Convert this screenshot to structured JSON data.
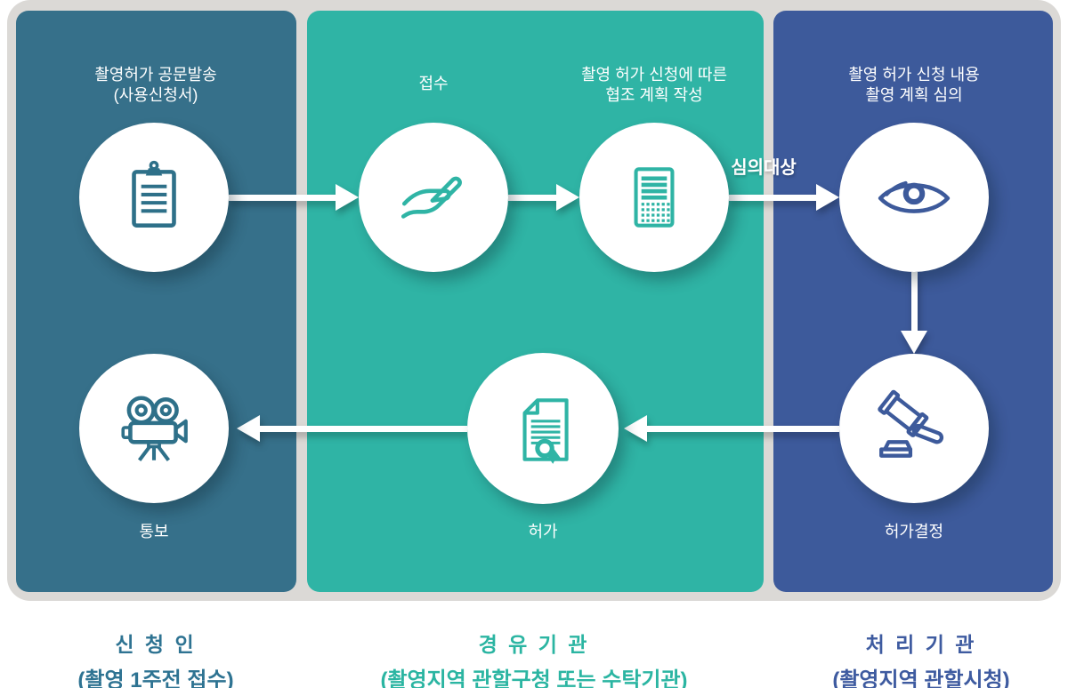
{
  "palette": {
    "applicant_panel": "#36708A",
    "via_panel": "#2FB4A5",
    "processor_panel": "#3D5A9B",
    "frame_gray": "#DBD9D6",
    "applicant_icon": "#2E7089",
    "via_icon": "#2FB4A5",
    "processor_icon": "#3D5A9B",
    "footer_applicant_text": "#2E7392",
    "footer_via_text": "#2BB5A2",
    "footer_processor_text": "#3E5BA0",
    "white": "#FFFFFF"
  },
  "steps": {
    "send": {
      "line1": "촬영허가 공문발송",
      "line2": "(사용신청서)",
      "icon": "clipboard-icon"
    },
    "receive": {
      "line1": "접수",
      "icon": "hand-icon"
    },
    "plan": {
      "line1": "촬영 허가 신청에 따른",
      "line2": "협조 계획 작성",
      "icon": "report-icon"
    },
    "review": {
      "line1": "촬영 허가 신청 내용",
      "line2": "촬영 계획 심의",
      "icon": "eye-icon"
    },
    "decision": {
      "label": "허가결정",
      "icon": "gavel-icon"
    },
    "permit": {
      "label": "허가",
      "icon": "certificate-icon"
    },
    "notify": {
      "label": "통보",
      "icon": "movie-camera-icon"
    }
  },
  "arrows": {
    "review_label": "심의대상"
  },
  "footers": {
    "applicant": {
      "title": "신 청 인",
      "subtitle": "(촬영 1주전 접수)"
    },
    "via": {
      "title": "경 유 기 관",
      "subtitle": "(촬영지역 관할구청 또는 수탁기관)"
    },
    "processor": {
      "title": "처 리 기 관",
      "subtitle": "(촬영지역 관할시청)"
    }
  }
}
